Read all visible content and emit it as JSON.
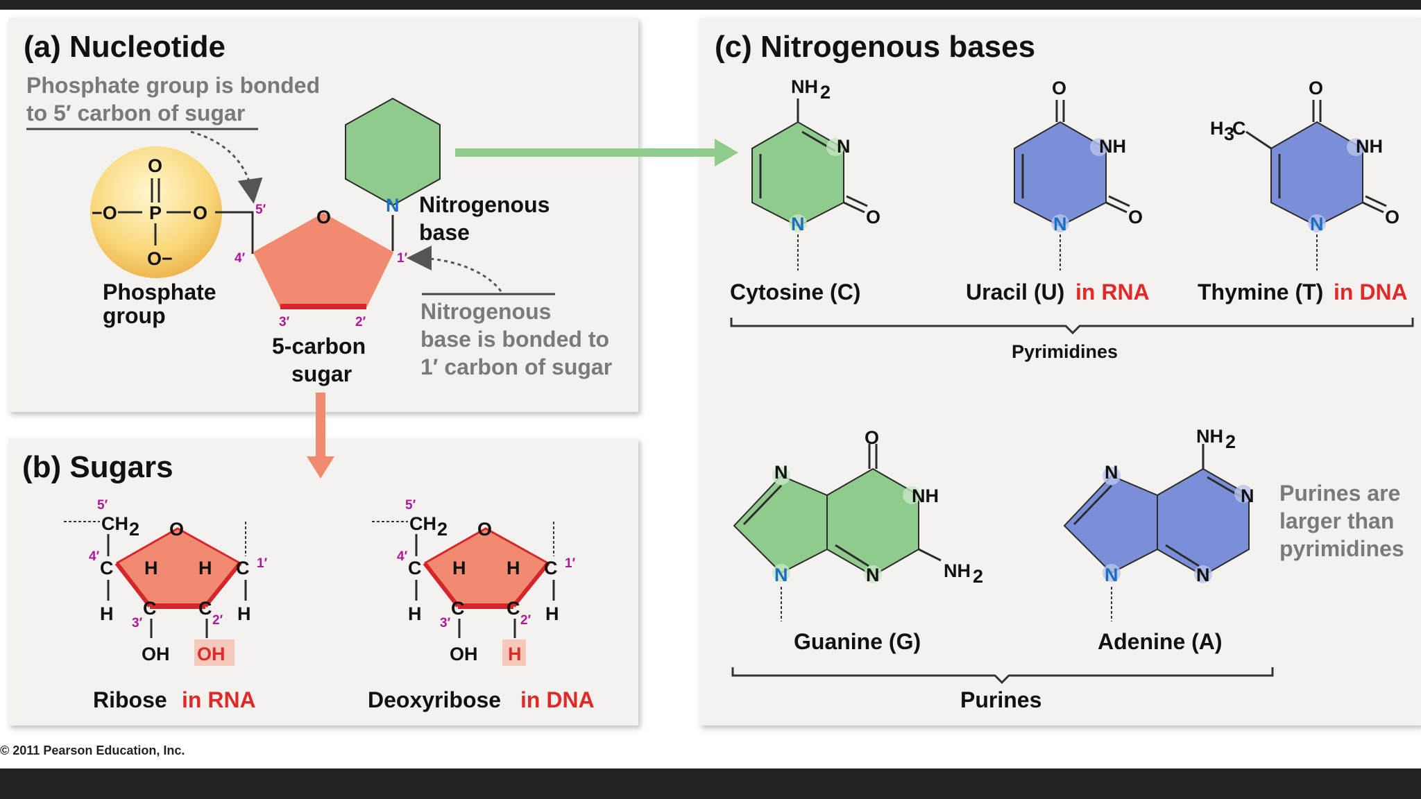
{
  "colors": {
    "panel": "#f3f2ef",
    "green_base": "#8fcb8d",
    "blue_base": "#7b8fd8",
    "sugar": "#f08a70",
    "sugar_edge": "#d7262b",
    "nitrogen": "#1a6fc2",
    "carbon_number": "#b0169a",
    "accent_red": "#e02a2a"
  },
  "panel_a": {
    "title": "(a) Nucleotide",
    "note_phosphate": [
      "Phosphate group is bonded",
      "to 5′ carbon of sugar"
    ],
    "phosphate_label": [
      "Phosphate",
      "group"
    ],
    "sugar_label": [
      "5-carbon",
      "sugar"
    ],
    "base_label": [
      "Nitrogenous",
      "base"
    ],
    "note_base": [
      "Nitrogenous",
      "base is bonded to",
      "1′ carbon of sugar"
    ],
    "phosphate": {
      "o_top": "O",
      "o_left": "−O",
      "p": "P",
      "o_right": "O",
      "o_bottom": "O−"
    },
    "ring_o": "O",
    "ring_n": "N",
    "carbons": {
      "c5": "5′",
      "c4": "4′",
      "c3": "3′",
      "c2": "2′",
      "c1": "1′"
    }
  },
  "panel_b": {
    "title": "(b) Sugars",
    "ribose": {
      "name": "Ribose",
      "tag": "in RNA",
      "c2_group": "OH"
    },
    "deoxyribose": {
      "name": "Deoxyribose",
      "tag": "in DNA",
      "c2_group": "H"
    },
    "atoms": {
      "ch2": "CH",
      "sub2": "2",
      "o": "O",
      "c": "C",
      "h": "H",
      "oh": "OH"
    },
    "carbons": {
      "c5": "5′",
      "c4": "4′",
      "c3": "3′",
      "c2": "2′",
      "c1": "1′"
    }
  },
  "panel_c": {
    "title": "(c) Nitrogenous bases",
    "cytosine": {
      "name": "Cytosine (C)",
      "nh2": "NH",
      "sub2": "2",
      "n": "N",
      "o": "O"
    },
    "uracil": {
      "name": "Uracil (U)",
      "tag": "in RNA",
      "o": "O",
      "nh": "NH",
      "n": "N"
    },
    "thymine": {
      "name": "Thymine (T)",
      "tag": "in DNA",
      "h3c": "H",
      "sub3": "3",
      "c": "C",
      "o": "O",
      "nh": "NH",
      "n": "N"
    },
    "pyrimidines_label": "Pyrimidines",
    "guanine": {
      "name": "Guanine (G)",
      "o": "O",
      "n": "N",
      "nh": "NH",
      "nh2": "NH",
      "sub2": "2"
    },
    "adenine": {
      "name": "Adenine (A)",
      "nh2": "NH",
      "sub2": "2",
      "n": "N"
    },
    "purines_label": "Purines",
    "purines_note": [
      "Purines are",
      "larger than",
      "pyrimidines"
    ]
  },
  "copyright": "© 2011 Pearson Education, Inc."
}
